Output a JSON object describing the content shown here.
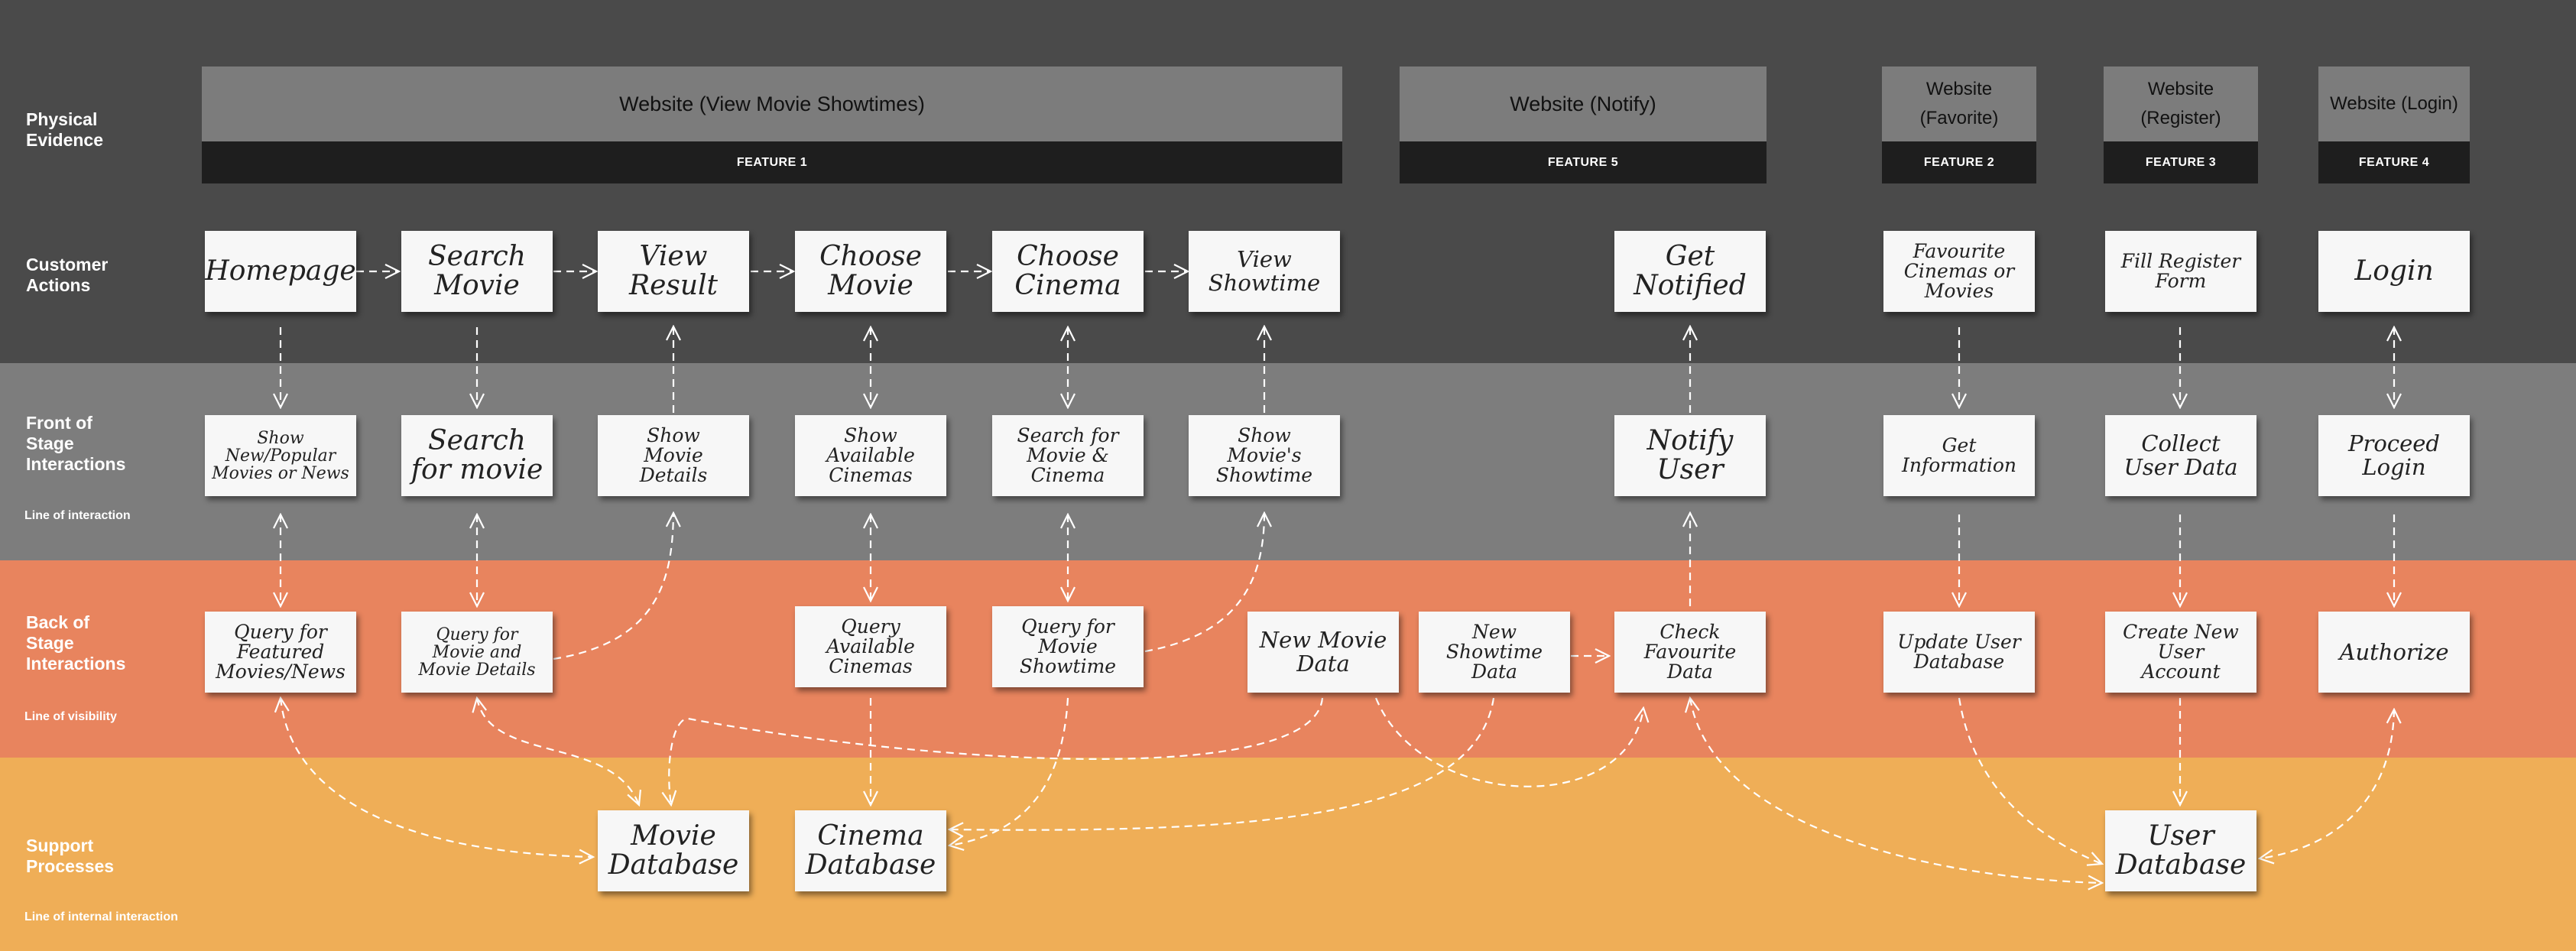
{
  "lanes": {
    "physical": "Physical\nEvidence",
    "customer": "Customer\nActions",
    "front": "Front of\nStage\nInteractions",
    "back": "Back of\nStage\nInteractions",
    "support": "Support\nProcesses"
  },
  "lines": {
    "interaction": "Line of interaction",
    "visibility": "Line of visibility",
    "internal": "Line of internal interaction"
  },
  "physical_evidence": [
    {
      "title": "Website (View Movie Showtimes)",
      "feature": "FEATURE 1"
    },
    {
      "title": "Website (Notify)",
      "feature": "FEATURE 5"
    },
    {
      "title": "Website\n(Favorite)",
      "feature": "FEATURE 2"
    },
    {
      "title": "Website\n(Register)",
      "feature": "FEATURE 3"
    },
    {
      "title": "Website (Login)",
      "feature": "FEATURE 4"
    }
  ],
  "customer_actions": {
    "homepage": "Homepage",
    "search_movie": "Search\nMovie",
    "view_result": "View\nResult",
    "choose_movie": "Choose\nMovie",
    "choose_cinema": "Choose\nCinema",
    "view_showtime": "View\nShowtime",
    "get_notified": "Get\nNotified",
    "favourite": "Favourite\nCinemas or\nMovies",
    "fill_register": "Fill Register\nForm",
    "login": "Login"
  },
  "front_stage": {
    "show_new": "Show\nNew/Popular\nMovies or News",
    "search_for_movie": "Search\nfor movie",
    "show_movie_details": "Show\nMovie\nDetails",
    "show_available_cinemas": "Show\nAvailable\nCinemas",
    "search_movie_cinema": "Search for\nMovie &\nCinema",
    "show_movies_showtime": "Show\nMovie's\nShowtime",
    "notify_user": "Notify\nUser",
    "get_information": "Get\nInformation",
    "collect_user_data": "Collect\nUser Data",
    "proceed_login": "Proceed\nLogin"
  },
  "back_stage": {
    "query_featured": "Query for\nFeatured\nMovies/News",
    "query_movie_details": "Query for\nMovie and\nMovie Details",
    "query_cinemas": "Query\nAvailable\nCinemas",
    "query_showtime": "Query for\nMovie\nShowtime",
    "new_movie_data": "New Movie\nData",
    "new_showtime_data": "New\nShowtime\nData",
    "check_favourite": "Check\nFavourite\nData",
    "update_user_db": "Update User\nDatabase",
    "create_account": "Create New\nUser\nAccount",
    "authorize": "Authorize"
  },
  "support": {
    "movie_db": "Movie\nDatabase",
    "cinema_db": "Cinema\nDatabase",
    "user_db": "User\nDatabase"
  },
  "colors": {
    "band_physical": "#4a4a4a",
    "band_front": "#7d7d7d",
    "band_back": "#e8845e",
    "band_support": "#efae57",
    "feature_bar": "#1e1e1e",
    "note": "#f7f7f7"
  }
}
